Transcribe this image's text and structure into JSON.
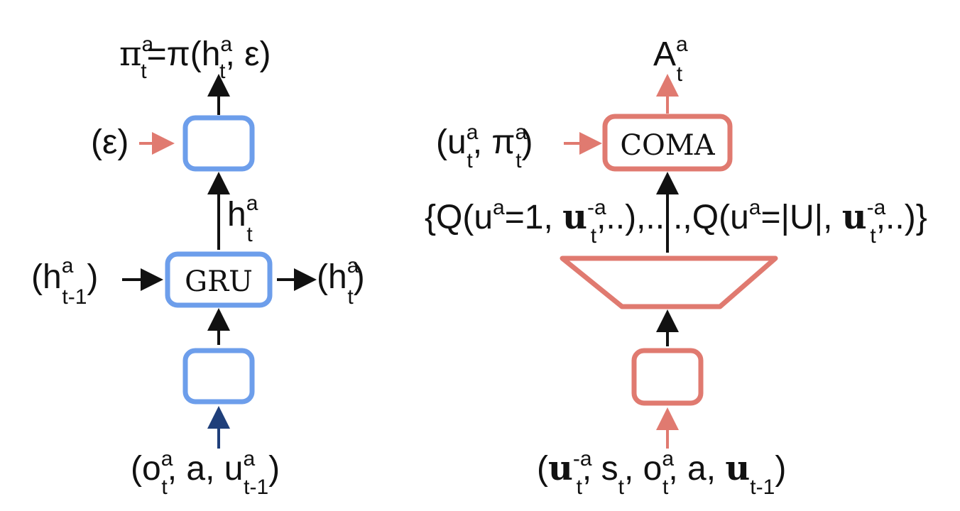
{
  "left": {
    "output_label": {
      "pi": "π",
      "pi_sup": "a",
      "pi_sub": "t",
      "eq_pi_open": "=π(h",
      "h_sup": "a",
      "h_sub": "t",
      "comma_eps": ", ε)"
    },
    "epsilon_input": "(ε)",
    "hidden_out_label": {
      "h": "h",
      "sup": "a",
      "sub": "t"
    },
    "gru_label": "GRU",
    "prev_hidden": {
      "open": "(h",
      "sup": "a",
      "sub": "t-1",
      "close": ")"
    },
    "next_hidden": {
      "open": "(h",
      "sup": "a",
      "sub": "t",
      "close": ")"
    },
    "input_label": {
      "open": "(o",
      "o_sup": "a",
      "o_sub": "t",
      "mid": ", a, u",
      "u_sup": "a",
      "u_sub": "t-1",
      "close": ")"
    }
  },
  "right": {
    "output_label": {
      "A": "A",
      "sup": "a",
      "sub": "t"
    },
    "coma_label": "COMA",
    "coma_input": {
      "open": "(u",
      "u_sup": "a",
      "u_sub": "t",
      "mid": ", π",
      "pi_sup": "a",
      "pi_sub": "t",
      "close": ")"
    },
    "q_values": {
      "p1": "{Q(u",
      "s1": "a",
      "p2": "=1, ",
      "b1": "u",
      "s2": "-a",
      "sub1": "t",
      "p3": ",..),..",
      "p4": ".,Q(u",
      "s3": "a",
      "p5": "=|U|, ",
      "b2": "u",
      "s4": "-a",
      "sub2": "t",
      "p6": ",..)}"
    },
    "input_label": {
      "open": "(",
      "u_bold": "u",
      "u_sup": "-a",
      "u_sub": "t",
      "s": ", s",
      "s_sub": "t",
      "o": ", o",
      "o_sup": "a",
      "o_sub": "t",
      "a": ", a, ",
      "u2_bold": "u",
      "u2_sub": "t-1",
      "close": ")"
    }
  },
  "colors": {
    "blue": "#6d9eeb",
    "red": "#e07a70",
    "navy": "#1f3f7a",
    "black": "#111111"
  }
}
